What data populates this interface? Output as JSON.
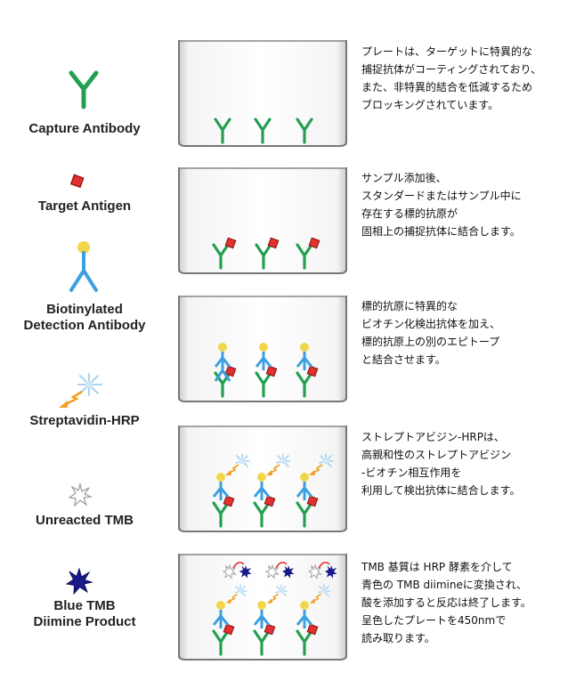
{
  "legend": {
    "capture_antibody": "Capture Antibody",
    "target_antigen": "Target Antigen",
    "detection_antibody_line1": "Biotinylated",
    "detection_antibody_line2": "Detection Antibody",
    "streptavidin_hrp": "Streptavidin-HRP",
    "unreacted_tmb": "Unreacted TMB",
    "blue_tmb_line1": "Blue TMB",
    "blue_tmb_line2": "Diimine Product"
  },
  "steps": [
    {
      "lines": [
        "プレートは、ターゲットに特異的な",
        "捕捉抗体がコーティングされており、",
        "また、非特異的結合を低減するため",
        "ブロッキングされています。"
      ]
    },
    {
      "lines": [
        "サンプル添加後、",
        "スタンダードまたはサンプル中に",
        "存在する標的抗原が",
        "固相上の捕捉抗体に結合します。"
      ]
    },
    {
      "lines": [
        "標的抗原に特異的な",
        "ビオチン化検出抗体を加え、",
        "標的抗原上の別のエピトープ",
        "と結合させます。"
      ]
    },
    {
      "lines": [
        "ストレプトアビジン-HRPは、",
        "高親和性のストレプトアビジン",
        "-ビオチン相互作用を",
        "利用して検出抗体に結合します。"
      ]
    },
    {
      "lines": [
        "TMB 基質は HRP 酵素を介して",
        "青色の TMB diimineに変換され、",
        "酸を添加すると反応は終了します。",
        "呈色したプレートを450nmで",
        "読み取ります。"
      ]
    }
  ],
  "colors": {
    "capture_antibody": "#22a050",
    "target_antigen": "#e03030",
    "detection_antibody": "#3aa0e0",
    "biotin": "#f2d64a",
    "hrp_ray": "#f0a020",
    "tmb_blue": "#1a1a8a"
  }
}
